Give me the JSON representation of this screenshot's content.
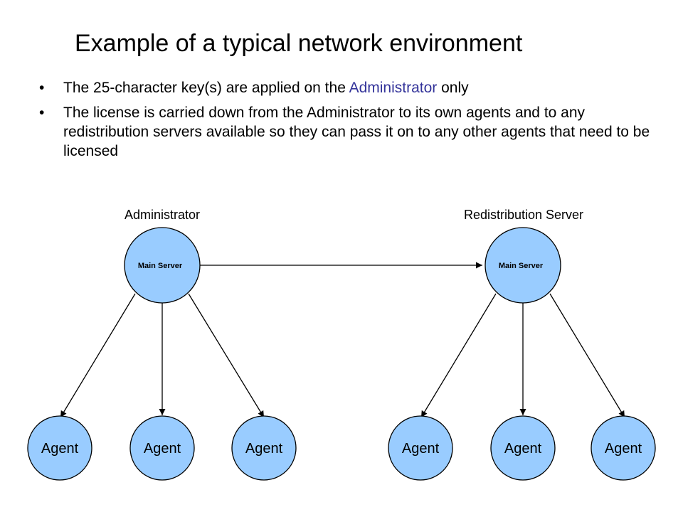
{
  "slide": {
    "title": "Example of a typical network environment",
    "bullets": [
      {
        "dot": "•",
        "before": "The 25-character key(s) are applied on the ",
        "highlight": "Administrator",
        "after": " only",
        "highlight_color": "#33339a"
      },
      {
        "dot": "•",
        "before": "The license is carried down from the Administrator to its own agents and to any redistribution servers available so they can pass it on to any other agents that need to be licensed"
      }
    ]
  },
  "diagram": {
    "node_fill": "#99ccff",
    "stroke": "#000000",
    "nodes": {
      "admin_caption": "Administrator",
      "redist_caption": "Redistribution Server",
      "admin_server": "Main Server",
      "redist_server": "Main Server",
      "agents": [
        "Agent",
        "Agent",
        "Agent",
        "Agent",
        "Agent",
        "Agent"
      ]
    },
    "edges": [
      {
        "from": "admin_server",
        "to": "redist_server"
      },
      {
        "from": "admin_server",
        "to": "agent_1"
      },
      {
        "from": "admin_server",
        "to": "agent_2"
      },
      {
        "from": "admin_server",
        "to": "agent_3"
      },
      {
        "from": "redist_server",
        "to": "agent_4"
      },
      {
        "from": "redist_server",
        "to": "agent_5"
      },
      {
        "from": "redist_server",
        "to": "agent_6"
      }
    ]
  }
}
